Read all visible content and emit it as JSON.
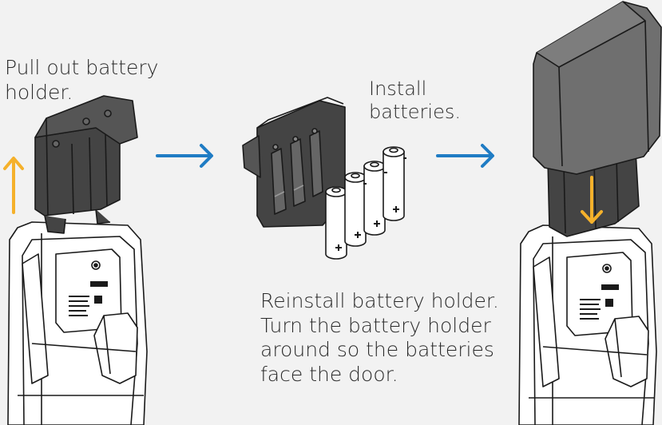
{
  "steps": [
    {
      "lines": [
        "Pull out battery",
        "holder."
      ]
    },
    {
      "lines": [
        "Install",
        "batteries."
      ]
    },
    {
      "lines": [
        "Reinstall battery holder.",
        "Turn the battery holder",
        "around so the batteries",
        "face the door."
      ]
    }
  ],
  "colors": {
    "background": "#f2f2f2",
    "step_arrow": "#1f7cc4",
    "motion_arrow": "#f5b12b",
    "holder": "#4a4a4a",
    "cover": "#6f6f6f",
    "lock_body": "#ffffff",
    "outline": "#1a1a1a"
  },
  "icons": [
    "pull-up-arrow-icon",
    "step-arrow-icon",
    "insert-down-arrow-icon",
    "battery-icon"
  ]
}
